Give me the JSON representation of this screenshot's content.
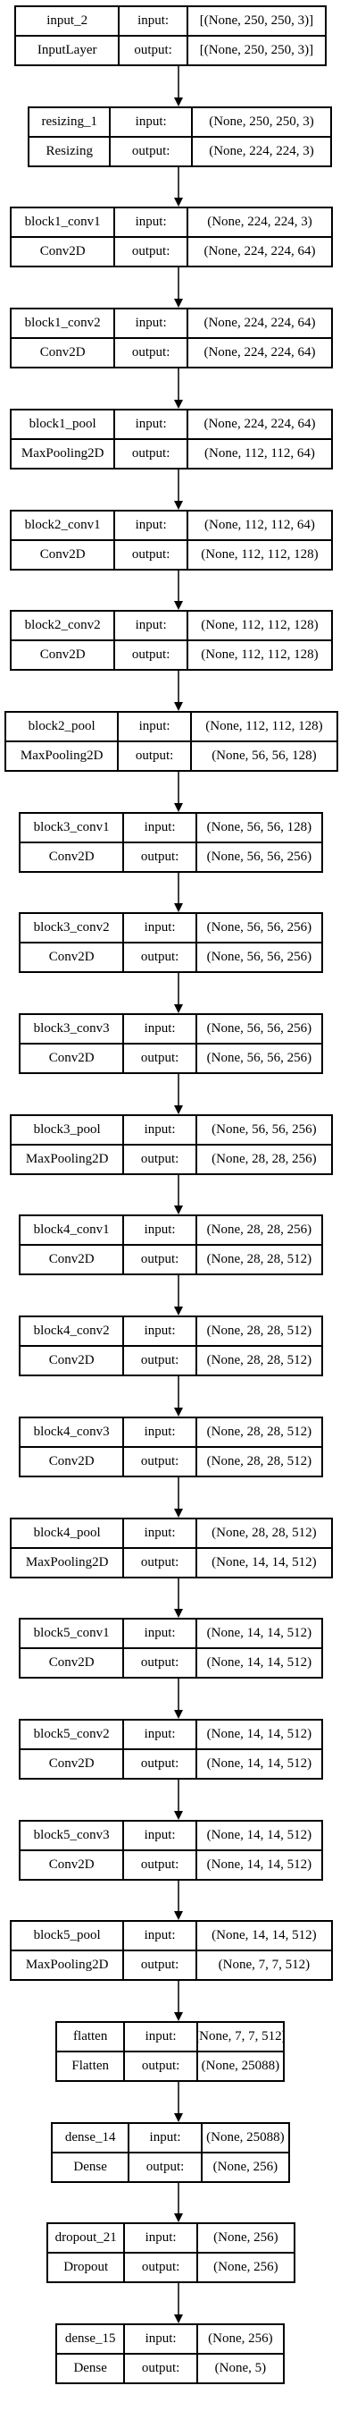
{
  "port_labels": {
    "input": "input:",
    "output": "output:"
  },
  "layers": [
    {
      "name": "input_2",
      "type": "InputLayer",
      "input": "[(None, 250, 250, 3)]",
      "output": "[(None, 250, 250, 3)]"
    },
    {
      "name": "resizing_1",
      "type": "Resizing",
      "input": "(None, 250, 250, 3)",
      "output": "(None, 224, 224, 3)"
    },
    {
      "name": "block1_conv1",
      "type": "Conv2D",
      "input": "(None, 224, 224, 3)",
      "output": "(None, 224, 224, 64)"
    },
    {
      "name": "block1_conv2",
      "type": "Conv2D",
      "input": "(None, 224, 224, 64)",
      "output": "(None, 224, 224, 64)"
    },
    {
      "name": "block1_pool",
      "type": "MaxPooling2D",
      "input": "(None, 224, 224, 64)",
      "output": "(None, 112, 112, 64)"
    },
    {
      "name": "block2_conv1",
      "type": "Conv2D",
      "input": "(None, 112, 112, 64)",
      "output": "(None, 112, 112, 128)"
    },
    {
      "name": "block2_conv2",
      "type": "Conv2D",
      "input": "(None, 112, 112, 128)",
      "output": "(None, 112, 112, 128)"
    },
    {
      "name": "block2_pool",
      "type": "MaxPooling2D",
      "input": "(None, 112, 112, 128)",
      "output": "(None, 56, 56, 128)"
    },
    {
      "name": "block3_conv1",
      "type": "Conv2D",
      "input": "(None, 56, 56, 128)",
      "output": "(None, 56, 56, 256)"
    },
    {
      "name": "block3_conv2",
      "type": "Conv2D",
      "input": "(None, 56, 56, 256)",
      "output": "(None, 56, 56, 256)"
    },
    {
      "name": "block3_conv3",
      "type": "Conv2D",
      "input": "(None, 56, 56, 256)",
      "output": "(None, 56, 56, 256)"
    },
    {
      "name": "block3_pool",
      "type": "MaxPooling2D",
      "input": "(None, 56, 56, 256)",
      "output": "(None, 28, 28, 256)"
    },
    {
      "name": "block4_conv1",
      "type": "Conv2D",
      "input": "(None, 28, 28, 256)",
      "output": "(None, 28, 28, 512)"
    },
    {
      "name": "block4_conv2",
      "type": "Conv2D",
      "input": "(None, 28, 28, 512)",
      "output": "(None, 28, 28, 512)"
    },
    {
      "name": "block4_conv3",
      "type": "Conv2D",
      "input": "(None, 28, 28, 512)",
      "output": "(None, 28, 28, 512)"
    },
    {
      "name": "block4_pool",
      "type": "MaxPooling2D",
      "input": "(None, 28, 28, 512)",
      "output": "(None, 14, 14, 512)"
    },
    {
      "name": "block5_conv1",
      "type": "Conv2D",
      "input": "(None, 14, 14, 512)",
      "output": "(None, 14, 14, 512)"
    },
    {
      "name": "block5_conv2",
      "type": "Conv2D",
      "input": "(None, 14, 14, 512)",
      "output": "(None, 14, 14, 512)"
    },
    {
      "name": "block5_conv3",
      "type": "Conv2D",
      "input": "(None, 14, 14, 512)",
      "output": "(None, 14, 14, 512)"
    },
    {
      "name": "block5_pool",
      "type": "MaxPooling2D",
      "input": "(None, 14, 14, 512)",
      "output": "(None, 7, 7, 512)"
    },
    {
      "name": "flatten",
      "type": "Flatten",
      "input": "(None, 7, 7, 512)",
      "output": "(None, 25088)"
    },
    {
      "name": "dense_14",
      "type": "Dense",
      "input": "(None, 25088)",
      "output": "(None, 256)"
    },
    {
      "name": "dropout_21",
      "type": "Dropout",
      "input": "(None, 256)",
      "output": "(None, 256)"
    },
    {
      "name": "dense_15",
      "type": "Dense",
      "input": "(None, 256)",
      "output": "(None, 5)"
    }
  ]
}
